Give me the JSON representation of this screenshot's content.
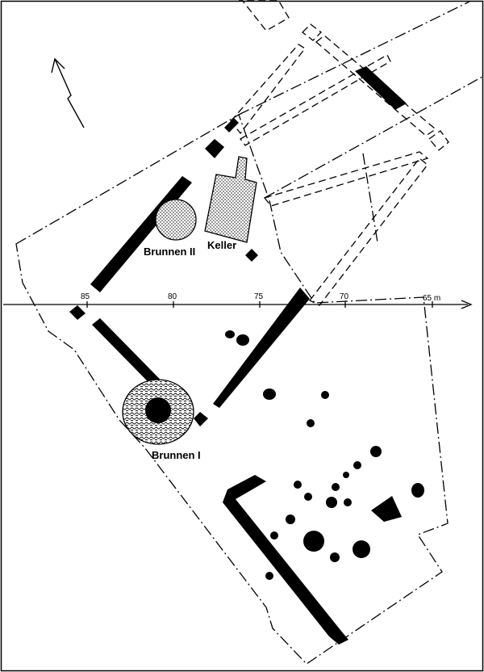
{
  "labels": {
    "keller": "Keller",
    "brunnen_2": "Brunnen II",
    "brunnen_1": "Brunnen I"
  },
  "scale": {
    "ticks": [
      "85",
      "80",
      "75",
      "70",
      "65 m"
    ]
  },
  "icons": {
    "north_arrow": "north-arrow-icon"
  },
  "colors": {
    "ink": "#000000",
    "paper": "#ffffff"
  }
}
